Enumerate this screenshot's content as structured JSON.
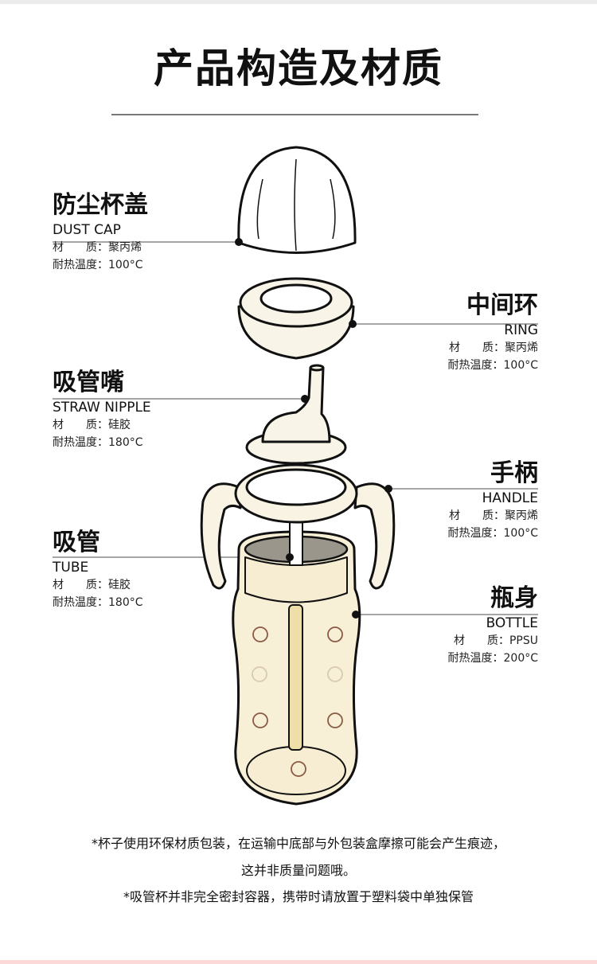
{
  "title": "产品构造及材质",
  "parts": [
    {
      "cn": "防尘杯盖",
      "en": "DUST CAP",
      "material_label": "材　　质：",
      "material": "聚丙烯",
      "heat_label": "耐热温度：",
      "heat": "100°C"
    },
    {
      "cn": "中间环",
      "en": "RING",
      "material_label": "材　　质：",
      "material": "聚丙烯",
      "heat_label": "耐热温度：",
      "heat": "100°C"
    },
    {
      "cn": "吸管嘴",
      "en": "STRAW NIPPLE",
      "material_label": "材　　质：",
      "material": "硅胶",
      "heat_label": "耐热温度：",
      "heat": "180°C"
    },
    {
      "cn": "手柄",
      "en": "HANDLE",
      "material_label": "材　　质：",
      "material": "聚丙烯",
      "heat_label": "耐热温度：",
      "heat": "100°C"
    },
    {
      "cn": "吸管",
      "en": "TUBE",
      "material_label": "材　　质：",
      "material": "硅胶",
      "heat_label": "耐热温度：",
      "heat": "180°C"
    },
    {
      "cn": "瓶身",
      "en": "BOTTLE",
      "material_label": "材　　质：",
      "material": "PPSU",
      "heat_label": "耐热温度：",
      "heat": "200°C"
    }
  ],
  "notes": [
    "*杯子使用环保材质包装，在运输中底部与外包装盒摩擦可能会产生痕迹，",
    "这并非质量问题哦。",
    "*吸管杯并非完全密封容器，携带时请放置于塑料袋中单独保管"
  ],
  "colors": {
    "bottle": "#f7efd6",
    "tube": "#eedfa8",
    "bear": "#8a5a44",
    "line": "#888888"
  }
}
